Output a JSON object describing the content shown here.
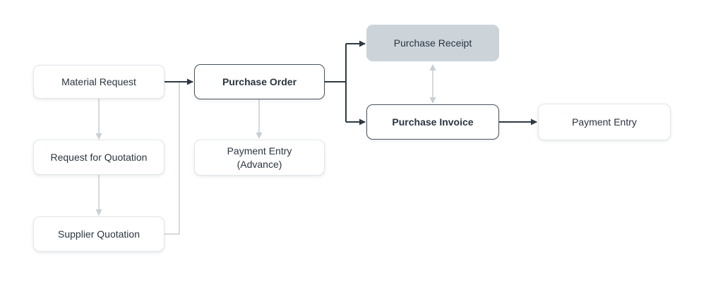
{
  "diagram": {
    "nodes": [
      {
        "id": "material-request",
        "label": "Material Request",
        "variant": "default"
      },
      {
        "id": "request-for-quotation",
        "label": "Request for Quotation",
        "variant": "default"
      },
      {
        "id": "supplier-quotation",
        "label": "Supplier Quotation",
        "variant": "default"
      },
      {
        "id": "purchase-order",
        "label": "Purchase Order",
        "variant": "primary"
      },
      {
        "id": "payment-entry-advance",
        "label": "Payment Entry",
        "label_line2": "(Advance)",
        "variant": "default"
      },
      {
        "id": "purchase-receipt",
        "label": "Purchase Receipt",
        "variant": "filled"
      },
      {
        "id": "purchase-invoice",
        "label": "Purchase Invoice",
        "variant": "primary"
      },
      {
        "id": "payment-entry",
        "label": "Payment Entry",
        "variant": "default"
      }
    ],
    "edges": [
      {
        "from": "material-request",
        "to": "purchase-order",
        "color": "dark",
        "direction": "forward"
      },
      {
        "from": "material-request",
        "to": "request-for-quotation",
        "color": "gray",
        "direction": "forward"
      },
      {
        "from": "request-for-quotation",
        "to": "supplier-quotation",
        "color": "gray",
        "direction": "forward"
      },
      {
        "from": "supplier-quotation",
        "to": "purchase-order",
        "color": "gray",
        "direction": "none"
      },
      {
        "from": "purchase-order",
        "to": "payment-entry-advance",
        "color": "gray",
        "direction": "forward"
      },
      {
        "from": "purchase-order",
        "to": "purchase-receipt",
        "color": "dark",
        "direction": "forward"
      },
      {
        "from": "purchase-order",
        "to": "purchase-invoice",
        "color": "dark",
        "direction": "forward"
      },
      {
        "from": "purchase-receipt",
        "to": "purchase-invoice",
        "color": "gray",
        "direction": "both"
      },
      {
        "from": "purchase-invoice",
        "to": "payment-entry",
        "color": "dark",
        "direction": "forward"
      }
    ],
    "colors": {
      "background": "#ffffff",
      "node_fill": "#ffffff",
      "node_border_light": "#e2e6ea",
      "node_border_dark": "#47535f",
      "node_fill_gray": "#ccd4da",
      "edge_dark": "#2e3944",
      "edge_gray": "#c7ced4",
      "text": "#2a3440"
    }
  }
}
